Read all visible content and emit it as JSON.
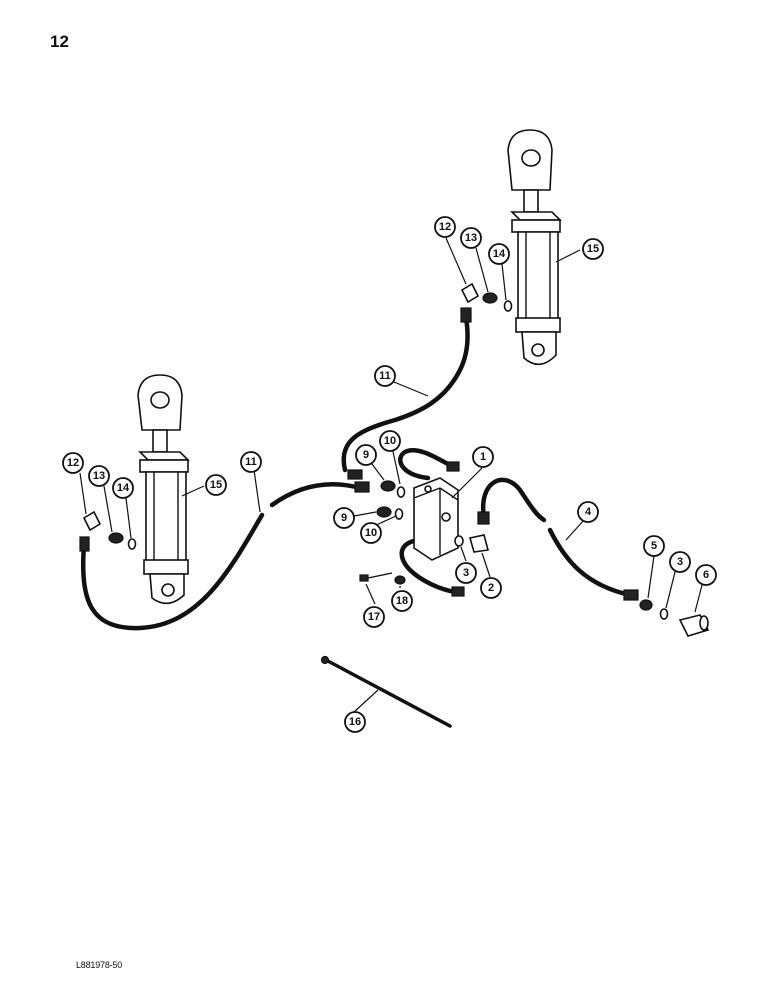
{
  "page": {
    "number": "12",
    "drawing_code": "L881978-50"
  },
  "callouts": {
    "c1": "1",
    "c2": "2",
    "c3a": "3",
    "c3b": "3",
    "c4": "4",
    "c5": "5",
    "c6": "6",
    "c9a": "9",
    "c9b": "9",
    "c10a": "10",
    "c10b": "10",
    "c11a": "11",
    "c11b": "11",
    "c12a": "12",
    "c12b": "12",
    "c13a": "13",
    "c13b": "13",
    "c14a": "14",
    "c14b": "14",
    "c15a": "15",
    "c15b": "15",
    "c16": "16",
    "c17": "17",
    "c18": "18"
  }
}
